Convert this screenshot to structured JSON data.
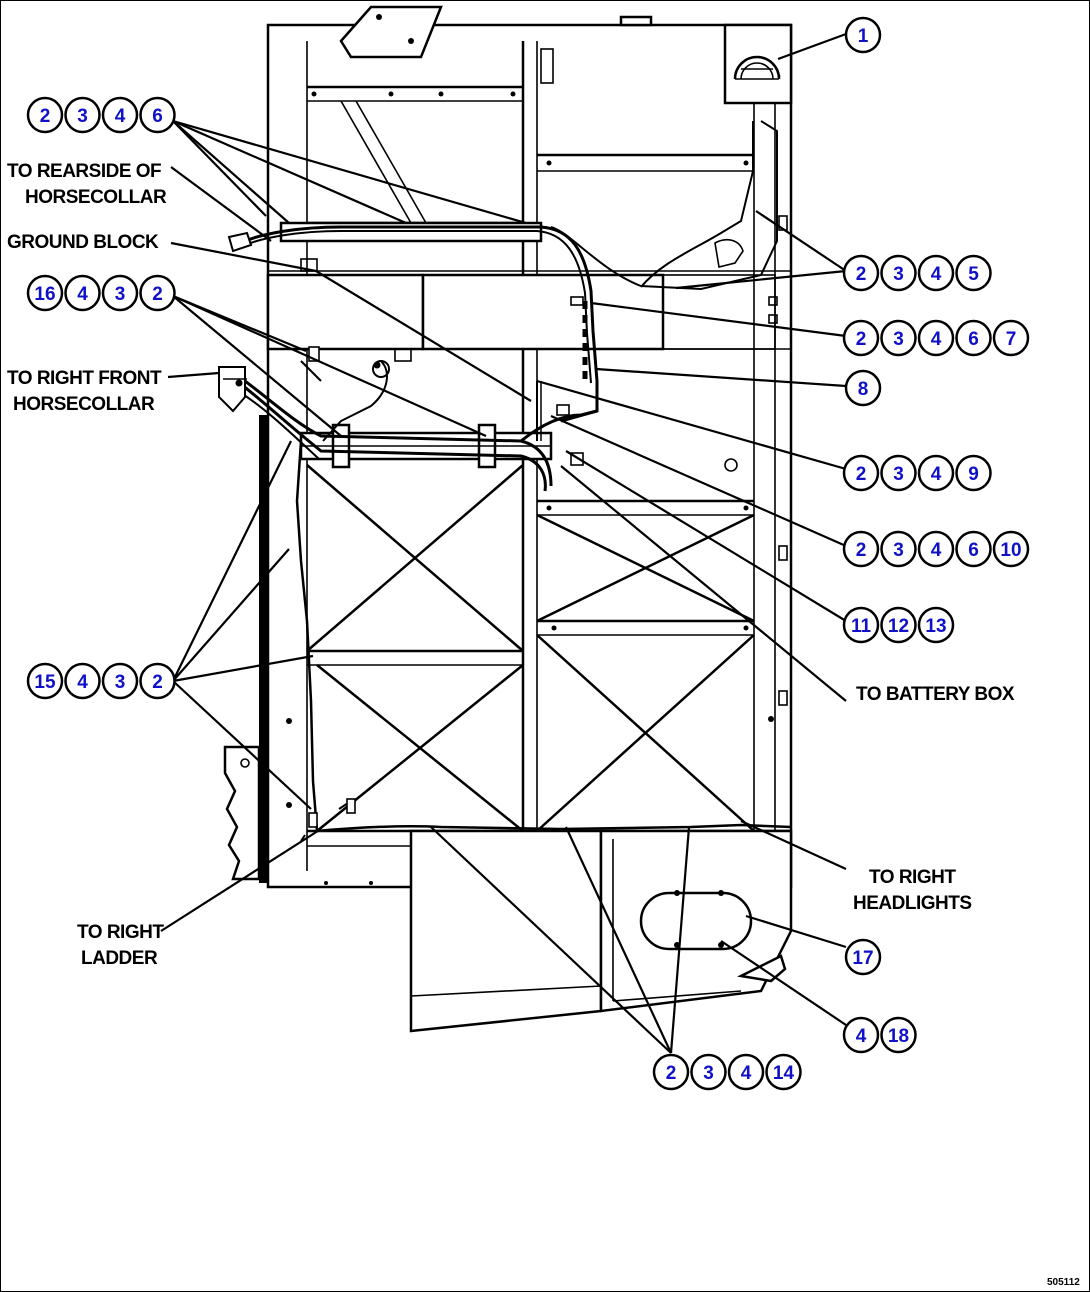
{
  "figure_id": "505112",
  "callouts": [
    {
      "id": "c1",
      "numbers": [
        "1"
      ]
    },
    {
      "id": "c2",
      "numbers": [
        "2",
        "3",
        "4",
        "6"
      ]
    },
    {
      "id": "c3",
      "numbers": [
        "2",
        "3",
        "4",
        "5"
      ]
    },
    {
      "id": "c4",
      "numbers": [
        "16",
        "4",
        "3",
        "2"
      ]
    },
    {
      "id": "c5",
      "numbers": [
        "2",
        "3",
        "4",
        "6",
        "7"
      ]
    },
    {
      "id": "c6",
      "numbers": [
        "8"
      ]
    },
    {
      "id": "c7",
      "numbers": [
        "2",
        "3",
        "4",
        "9"
      ]
    },
    {
      "id": "c8",
      "numbers": [
        "2",
        "3",
        "4",
        "6",
        "10"
      ]
    },
    {
      "id": "c9",
      "numbers": [
        "11",
        "12",
        "13"
      ]
    },
    {
      "id": "c10",
      "numbers": [
        "15",
        "4",
        "3",
        "2"
      ]
    },
    {
      "id": "c11",
      "numbers": [
        "17"
      ]
    },
    {
      "id": "c12",
      "numbers": [
        "4",
        "18"
      ]
    },
    {
      "id": "c13",
      "numbers": [
        "2",
        "3",
        "4",
        "14"
      ]
    }
  ],
  "labels": {
    "rearside_1": "TO REARSIDE OF",
    "rearside_2": "HORSECOLLAR",
    "ground_block": "GROUND BLOCK",
    "right_front_1": "TO RIGHT FRONT",
    "right_front_2": "HORSECOLLAR",
    "battery_box": "TO BATTERY BOX",
    "headlights_1": "TO RIGHT",
    "headlights_2": "HEADLIGHTS",
    "ladder_1": "TO RIGHT",
    "ladder_2": "LADDER"
  }
}
